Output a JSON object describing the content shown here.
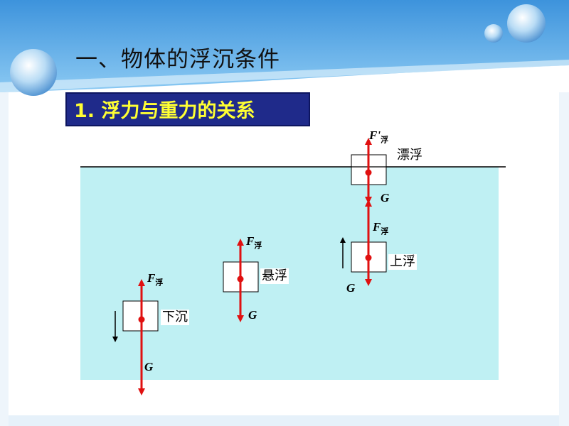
{
  "slide": {
    "title": "一、物体的浮沉条件",
    "subtitle": "1. 浮力与重力的关系"
  },
  "states": {
    "sink": {
      "label": "下沉",
      "buoyancy_symbol": "F",
      "buoyancy_sub": "浮",
      "gravity_symbol": "G"
    },
    "suspend": {
      "label": "悬浮",
      "buoyancy_symbol": "F",
      "buoyancy_sub": "浮",
      "gravity_symbol": "G"
    },
    "rise": {
      "label": "上浮",
      "buoyancy_symbol": "F",
      "buoyancy_sub": "浮",
      "gravity_symbol": "G"
    },
    "float": {
      "label": "漂浮",
      "buoyancy_symbol": "F'",
      "buoyancy_sub": "浮",
      "gravity_symbol": "G"
    }
  },
  "colors": {
    "water": "#bff0f3",
    "arrow": "#e01010",
    "header_band": "#5fb0ea",
    "subtitle_bg": "#1f2a8a",
    "subtitle_text": "#ffff33"
  }
}
